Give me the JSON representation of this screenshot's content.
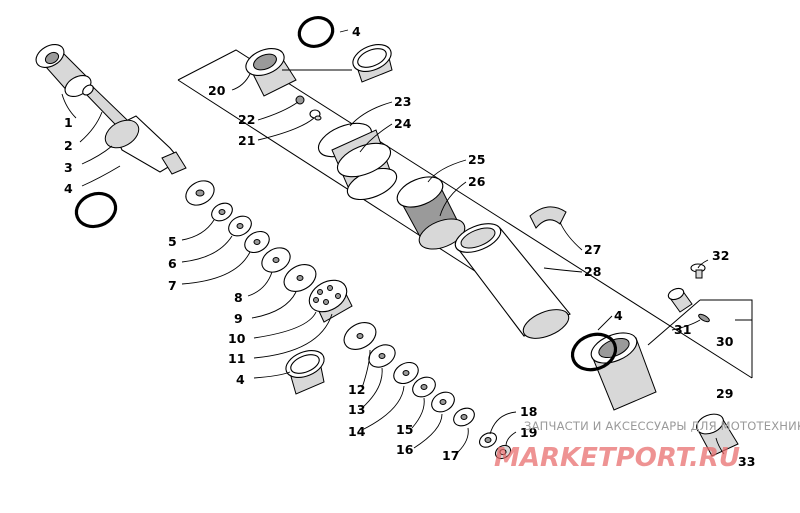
{
  "diagram": {
    "callouts": [
      "1",
      "2",
      "3",
      "4",
      "5",
      "6",
      "7",
      "8",
      "9",
      "10",
      "11",
      "12",
      "13",
      "14",
      "15",
      "16",
      "17",
      "18",
      "19",
      "20",
      "21",
      "22",
      "23",
      "24",
      "25",
      "26",
      "27",
      "28",
      "29",
      "30",
      "31",
      "32",
      "33"
    ]
  },
  "watermark": {
    "text": "ЗАПЧАСТИ И АКСЕССУАРЫ ДЛЯ МОТОТЕХНИКИ",
    "logo": "MARKETPORT.RU"
  }
}
